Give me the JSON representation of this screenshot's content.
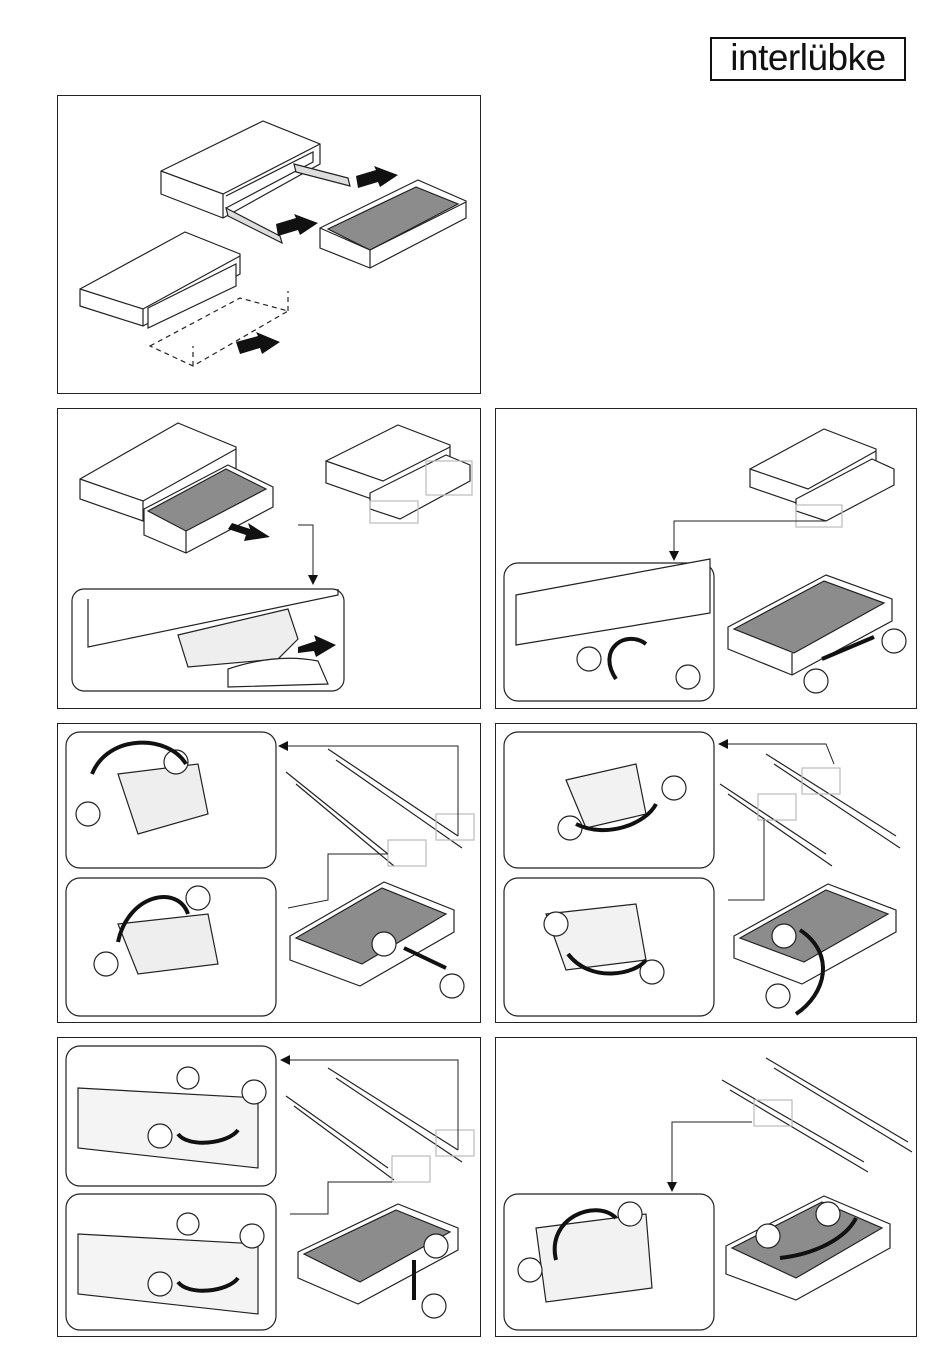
{
  "brand": {
    "logo_text": "interlübke"
  },
  "colors": {
    "drawer_fill": "#8c8c8c",
    "line": "#222222",
    "callout_frame": "#222222"
  },
  "panels": [
    {
      "id": "overview-drawer-insertion"
    },
    {
      "id": "drawer-pull-out-release-lever"
    },
    {
      "id": "side-adjustment-callouts"
    },
    {
      "id": "height-adjustment-front-rotate"
    },
    {
      "id": "tilt-adjustment-front"
    },
    {
      "id": "depth-adjustment-rear"
    },
    {
      "id": "rear-clip-lateral-adjust"
    }
  ]
}
